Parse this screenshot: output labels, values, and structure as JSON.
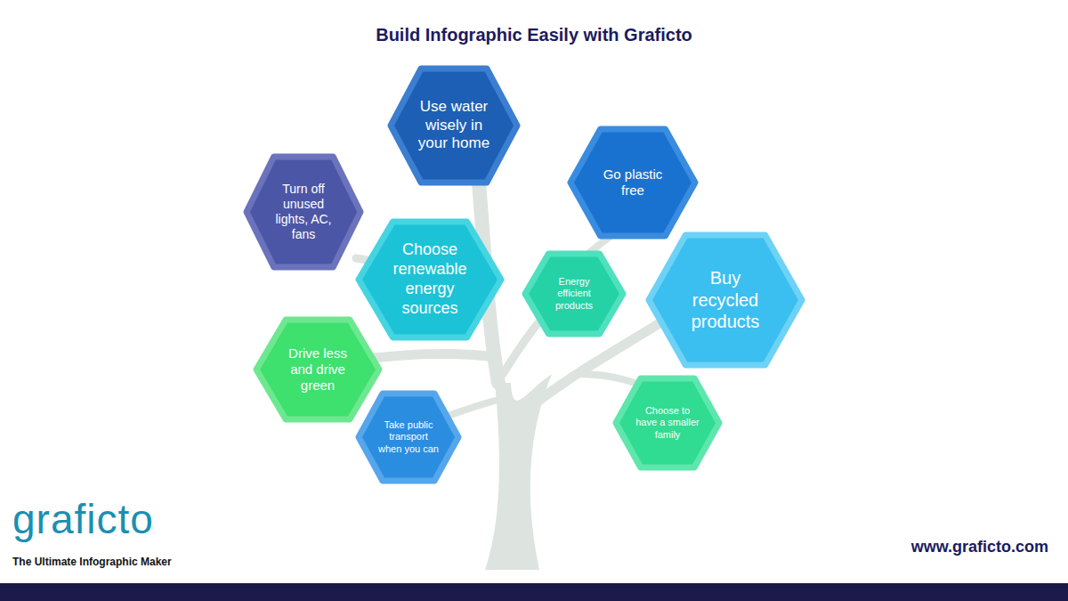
{
  "diagram": {
    "title": "Build Infographic Easily with Graficto",
    "nodes": [
      {
        "text": [
          "Use water wisely in your home"
        ]
      },
      {
        "text": [
          "Go plastic free"
        ]
      },
      {
        "text": [
          "Turn off unused lights, AC, fans"
        ]
      },
      {
        "text": [
          "Choose renewable energy sources"
        ]
      },
      {
        "text": [
          "Energy efficient products"
        ]
      },
      {
        "text": [
          "Buy recycled products"
        ]
      },
      {
        "text": [
          "Drive less and drive green"
        ]
      },
      {
        "text": [
          "Take public transport when you can"
        ]
      },
      {
        "text": [
          "Choose to have a smaller family"
        ]
      }
    ],
    "labels": [
      "graficto",
      "The Ultimate Infographic Maker",
      "www.graficto.com"
    ]
  }
}
